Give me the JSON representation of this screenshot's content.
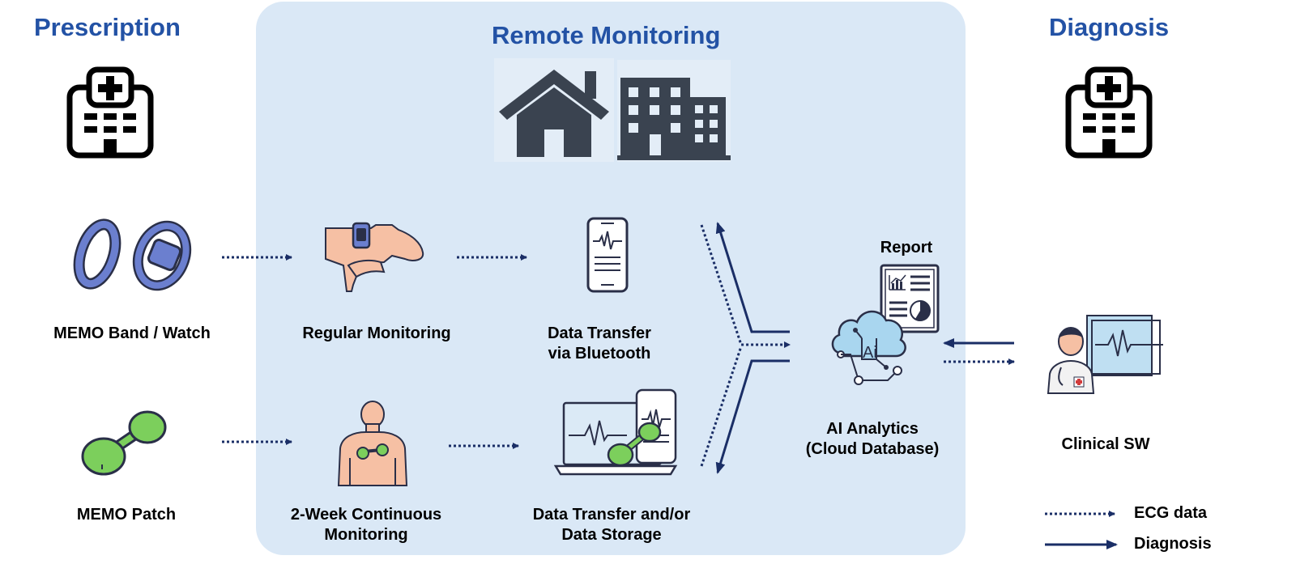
{
  "sections": {
    "prescription": "Prescription",
    "remote_monitoring": "Remote Monitoring",
    "diagnosis": "Diagnosis"
  },
  "devices": {
    "band_watch": "MEMO Band / Watch",
    "patch": "MEMO Patch"
  },
  "steps": {
    "regular_monitoring": "Regular Monitoring",
    "data_transfer_bt": [
      "Data Transfer",
      "via Bluetooth"
    ],
    "continuous_monitoring": [
      "2-Week Continuous",
      "Monitoring"
    ],
    "data_transfer_storage": [
      "Data Transfer and/or",
      "Data Storage"
    ]
  },
  "analytics": {
    "report": "Report",
    "ai_label": [
      "AI Analytics",
      "(Cloud Database)"
    ],
    "ai_badge": "Ai"
  },
  "clinical": "Clinical SW",
  "legend": {
    "ecg": "ECG data",
    "diagnosis": "Diagnosis"
  },
  "colors": {
    "heading": "#2352a5",
    "panel": "#dae8f6",
    "arrow": "#1a2e66",
    "device_band": "#6b7fcf",
    "device_patch": "#7ccf5c",
    "skin": "#f6c0a4",
    "cloud": "#a9d6ef",
    "building": "#3a4350"
  },
  "icons": {
    "hospital_left": "hospital-icon",
    "house": "house-icon",
    "office": "office-building-icon",
    "hospital_right": "hospital-icon",
    "band": "band-icon",
    "watch": "watch-icon",
    "patch": "patch-icon",
    "wrist": "wrist-watch-icon",
    "body": "torso-patch-icon",
    "phone": "phone-ecg-icon",
    "laptop": "laptop-ecg-icon",
    "report": "report-icon",
    "cloud": "ai-cloud-icon",
    "doctor": "doctor-monitor-icon"
  }
}
